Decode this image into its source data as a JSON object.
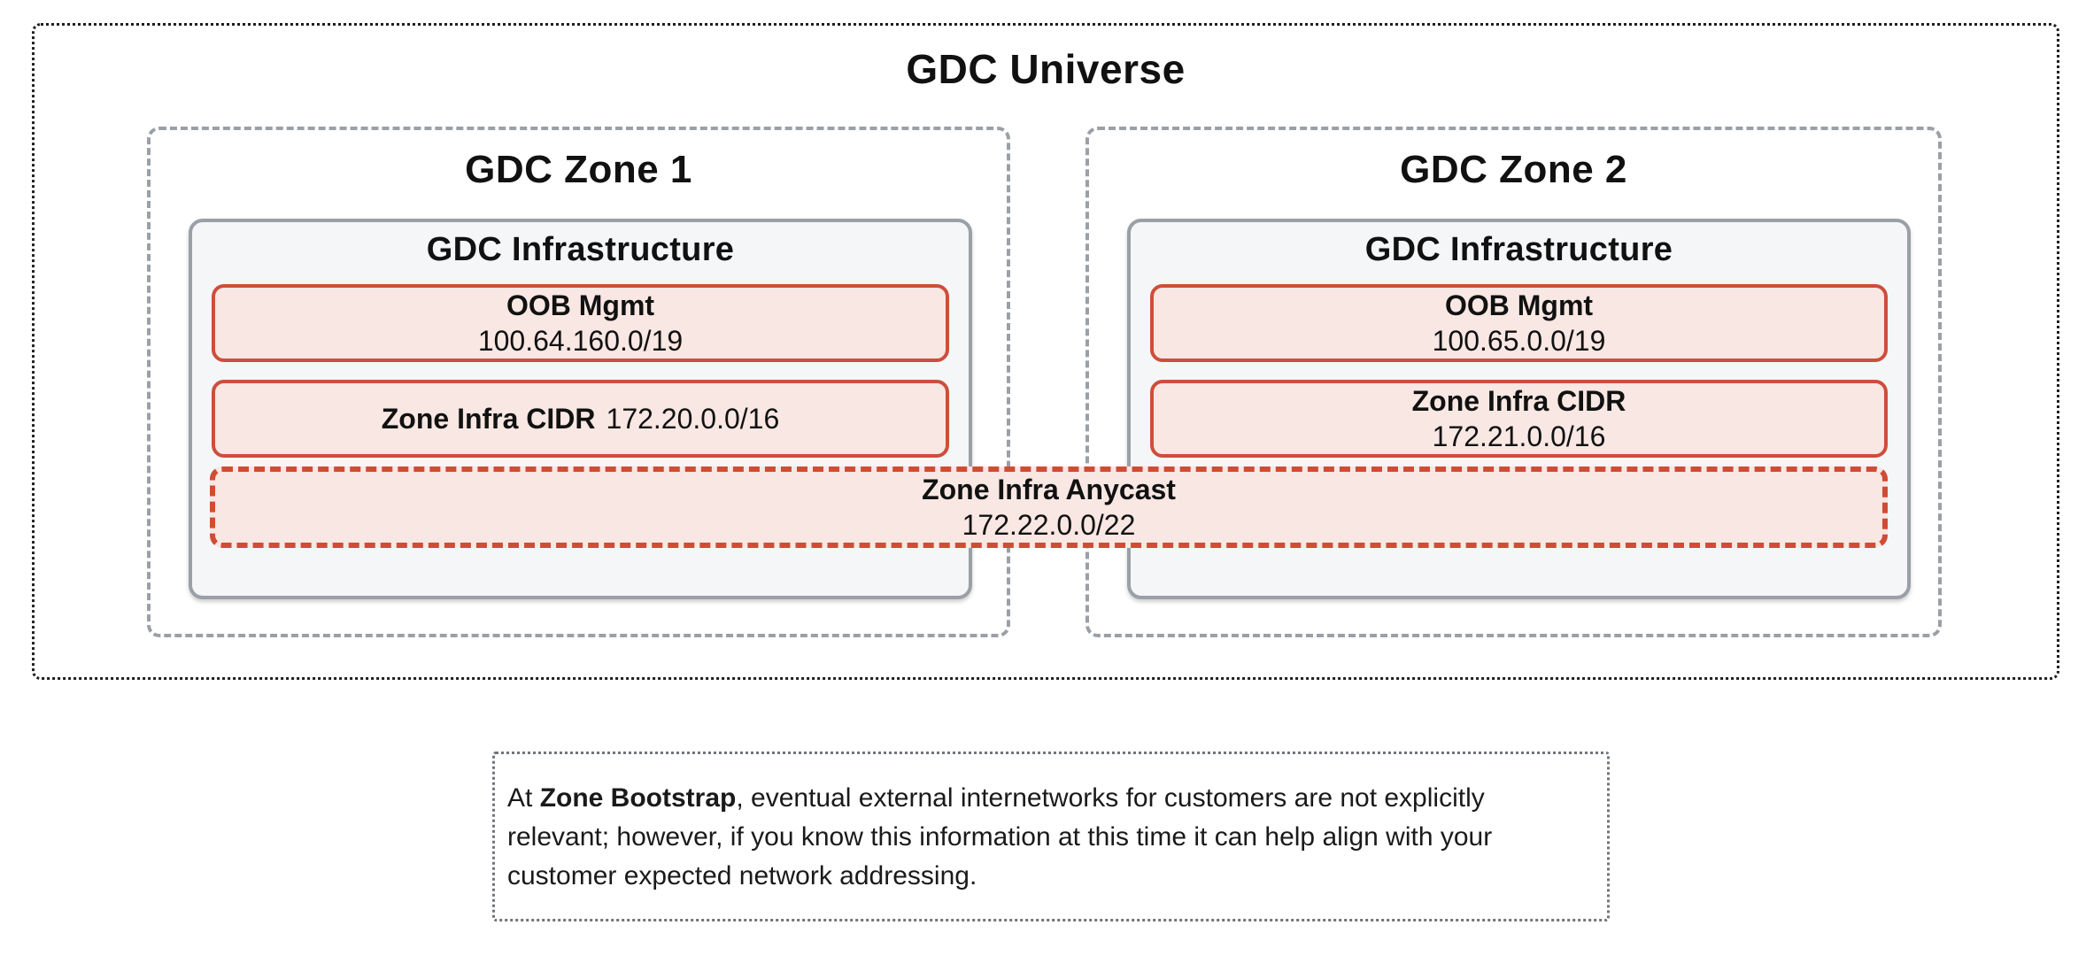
{
  "universe": {
    "title": "GDC Universe",
    "zones": [
      {
        "title": "GDC Zone 1",
        "infrastructure": {
          "title": "GDC Infrastructure",
          "oob": {
            "label": "OOB Mgmt",
            "cidr": "100.64.160.0/19"
          },
          "zone_infra_cidr": {
            "label": "Zone Infra CIDR",
            "cidr": "172.20.0.0/16"
          }
        }
      },
      {
        "title": "GDC Zone 2",
        "infrastructure": {
          "title": "GDC Infrastructure",
          "oob": {
            "label": "OOB Mgmt",
            "cidr": "100.65.0.0/19"
          },
          "zone_infra_cidr": {
            "label": "Zone Infra CIDR",
            "cidr": "172.21.0.0/16"
          }
        }
      }
    ],
    "anycast": {
      "label": "Zone Infra Anycast",
      "cidr": "172.22.0.0/22"
    }
  },
  "note": {
    "prefix": "At ",
    "bold": "Zone Bootstrap",
    "rest": ", eventual external internetworks for customers are not explicitly relevant; however, if you know this information at this time it can help align with your customer expected network addressing."
  },
  "colors": {
    "red_border": "#cd4e3b",
    "anycast_dash": "#d14b35",
    "red_fill": "#f8e7e3",
    "gray_border": "#9aa0a6",
    "infra_fill": "#f4f6f8",
    "outer_dot": "#1f1f1f",
    "note_dot": "#70757a",
    "text": "#111111"
  }
}
